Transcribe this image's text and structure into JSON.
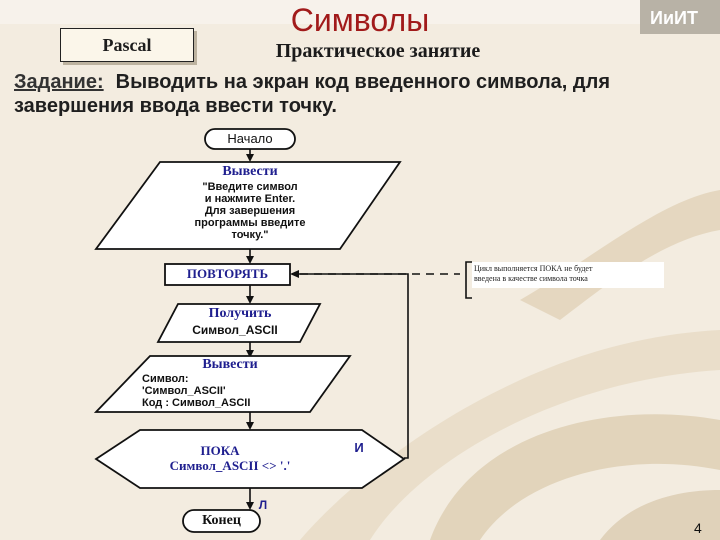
{
  "header": {
    "title": "Символы",
    "tag": "ИиИТ",
    "language": "Pascal",
    "subtitle": "Практическое занятие"
  },
  "task": {
    "label": "Задание:",
    "text": "Выводить на экран код введенного символа, для завершения ввода ввести точку."
  },
  "flowchart": {
    "start": "Начало",
    "output1": {
      "title": "Вывести",
      "lines": [
        "\"Введите символ",
        "и нажмите Enter.",
        "Для завершения",
        "программы введите",
        "точку.\""
      ]
    },
    "repeat": "ПОВТОРЯТЬ",
    "input": {
      "title": "Получить",
      "var": "Символ_ASCII"
    },
    "output2": {
      "title": "Вывести",
      "lines": [
        "Символ:",
        "'Символ_ASCII'",
        "Код : Символ_ASCII"
      ]
    },
    "condition": {
      "keyword": "ПОКА",
      "expr": "Символ_ASCII <> '.'"
    },
    "true_label": "И",
    "false_label": "Л",
    "end": "Конец",
    "note": [
      "Цикл выполняется ПОКА не будет",
      "введена в качестве символа точка"
    ]
  },
  "page_number": "4",
  "colors": {
    "title": "#a11a1a",
    "shape_fill": "#ffffff",
    "shape_stroke": "#111111",
    "background": "#f3ece0"
  }
}
